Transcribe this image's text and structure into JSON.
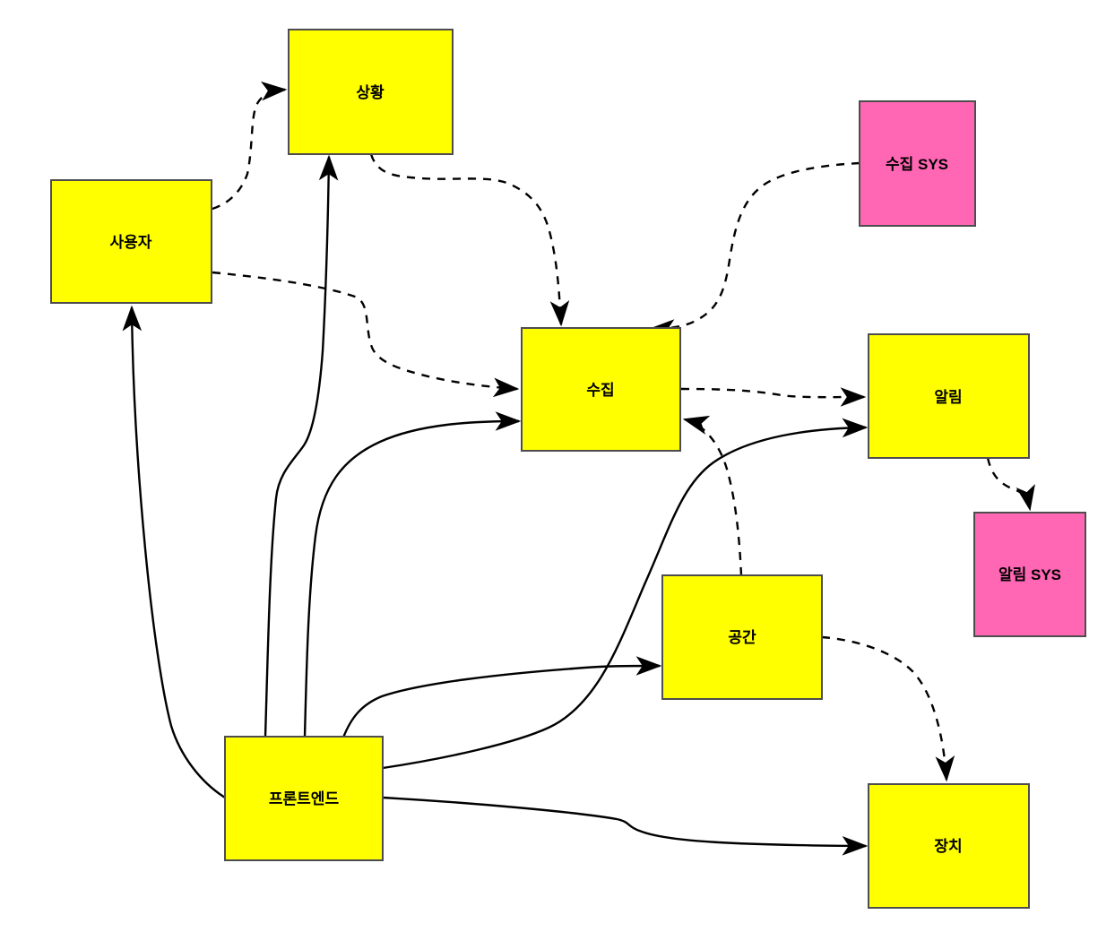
{
  "diagram": {
    "type": "flowchart",
    "title": "",
    "nodes": [
      {
        "id": "situation",
        "label": "상황",
        "fill": "#FFFF00",
        "shape": "rect"
      },
      {
        "id": "user",
        "label": "사용자",
        "fill": "#FFFF00",
        "shape": "rect"
      },
      {
        "id": "collect-sys",
        "label": "수집 SYS",
        "fill": "#FF66B3",
        "shape": "rect"
      },
      {
        "id": "collect",
        "label": "수집",
        "fill": "#FFFF00",
        "shape": "rect"
      },
      {
        "id": "notify",
        "label": "알림",
        "fill": "#FFFF00",
        "shape": "rect"
      },
      {
        "id": "notify-sys",
        "label": "알림 SYS",
        "fill": "#FF66B3",
        "shape": "rect"
      },
      {
        "id": "space",
        "label": "공간",
        "fill": "#FFFF00",
        "shape": "rect"
      },
      {
        "id": "frontend",
        "label": "프론트엔드",
        "fill": "#FFFF00",
        "shape": "rect"
      },
      {
        "id": "device",
        "label": "장치",
        "fill": "#FFFF00",
        "shape": "rect"
      }
    ],
    "edges": [
      {
        "from": "사용자",
        "to": "상황",
        "style": "dashed",
        "arrow": "end"
      },
      {
        "from": "상황",
        "to": "수집",
        "style": "dashed",
        "arrow": "end"
      },
      {
        "from": "수집 SYS",
        "to": "수집",
        "style": "dashed",
        "arrow": "end"
      },
      {
        "from": "사용자",
        "to": "수집",
        "style": "dashed",
        "arrow": "end"
      },
      {
        "from": "수집",
        "to": "알림",
        "style": "dashed",
        "arrow": "end"
      },
      {
        "from": "알림",
        "to": "알림 SYS",
        "style": "dashed",
        "arrow": "end"
      },
      {
        "from": "공간",
        "to": "수집",
        "style": "dashed",
        "arrow": "end"
      },
      {
        "from": "공간",
        "to": "장치",
        "style": "dashed",
        "arrow": "end"
      },
      {
        "from": "프론트엔드",
        "to": "사용자",
        "style": "solid",
        "arrow": "end"
      },
      {
        "from": "프론트엔드",
        "to": "상황",
        "style": "solid",
        "arrow": "end"
      },
      {
        "from": "프론트엔드",
        "to": "수집",
        "style": "solid",
        "arrow": "end"
      },
      {
        "from": "프론트엔드",
        "to": "공간",
        "style": "solid",
        "arrow": "end"
      },
      {
        "from": "프론트엔드",
        "to": "알림",
        "style": "solid",
        "arrow": "end"
      },
      {
        "from": "프론트엔드",
        "to": "장치",
        "style": "solid",
        "arrow": "end"
      }
    ]
  },
  "colors": {
    "background": "#FFFFFF",
    "node_yellow": "#FFFF00",
    "node_pink": "#FF66B3",
    "node_border": "#4D4D4D",
    "edge_line": "#000000",
    "label_text": "#000000"
  }
}
